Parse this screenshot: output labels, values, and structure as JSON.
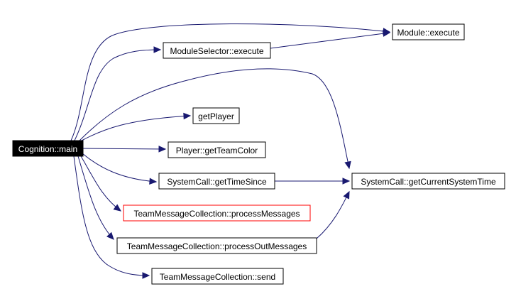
{
  "diagram": {
    "nodes": [
      {
        "id": "main",
        "label": "Cognition::main",
        "style": "root"
      },
      {
        "id": "module_execute",
        "label": "Module::execute",
        "style": "normal"
      },
      {
        "id": "selector_execute",
        "label": "ModuleSelector::execute",
        "style": "normal"
      },
      {
        "id": "get_player",
        "label": "getPlayer",
        "style": "normal"
      },
      {
        "id": "get_team_color",
        "label": "Player::getTeamColor",
        "style": "normal"
      },
      {
        "id": "get_time_since",
        "label": "SystemCall::getTimeSince",
        "style": "normal"
      },
      {
        "id": "get_current_time",
        "label": "SystemCall::getCurrentSystemTime",
        "style": "normal"
      },
      {
        "id": "process_messages",
        "label": "TeamMessageCollection::processMessages",
        "style": "highlight"
      },
      {
        "id": "process_out_messages",
        "label": "TeamMessageCollection::processOutMessages",
        "style": "normal"
      },
      {
        "id": "send",
        "label": "TeamMessageCollection::send",
        "style": "normal"
      }
    ],
    "edges": [
      {
        "from": "main",
        "to": "module_execute"
      },
      {
        "from": "main",
        "to": "selector_execute"
      },
      {
        "from": "selector_execute",
        "to": "module_execute"
      },
      {
        "from": "main",
        "to": "get_current_time"
      },
      {
        "from": "main",
        "to": "get_player"
      },
      {
        "from": "main",
        "to": "get_team_color"
      },
      {
        "from": "main",
        "to": "get_time_since"
      },
      {
        "from": "get_time_since",
        "to": "get_current_time"
      },
      {
        "from": "main",
        "to": "process_messages"
      },
      {
        "from": "main",
        "to": "process_out_messages"
      },
      {
        "from": "process_out_messages",
        "to": "get_current_time"
      },
      {
        "from": "main",
        "to": "send"
      }
    ],
    "colors": {
      "edge": "#191970",
      "root_fill": "#000000",
      "root_text": "#ffffff",
      "node_border": "#000000",
      "highlight_border": "#ff0000",
      "background": "#ffffff"
    }
  }
}
